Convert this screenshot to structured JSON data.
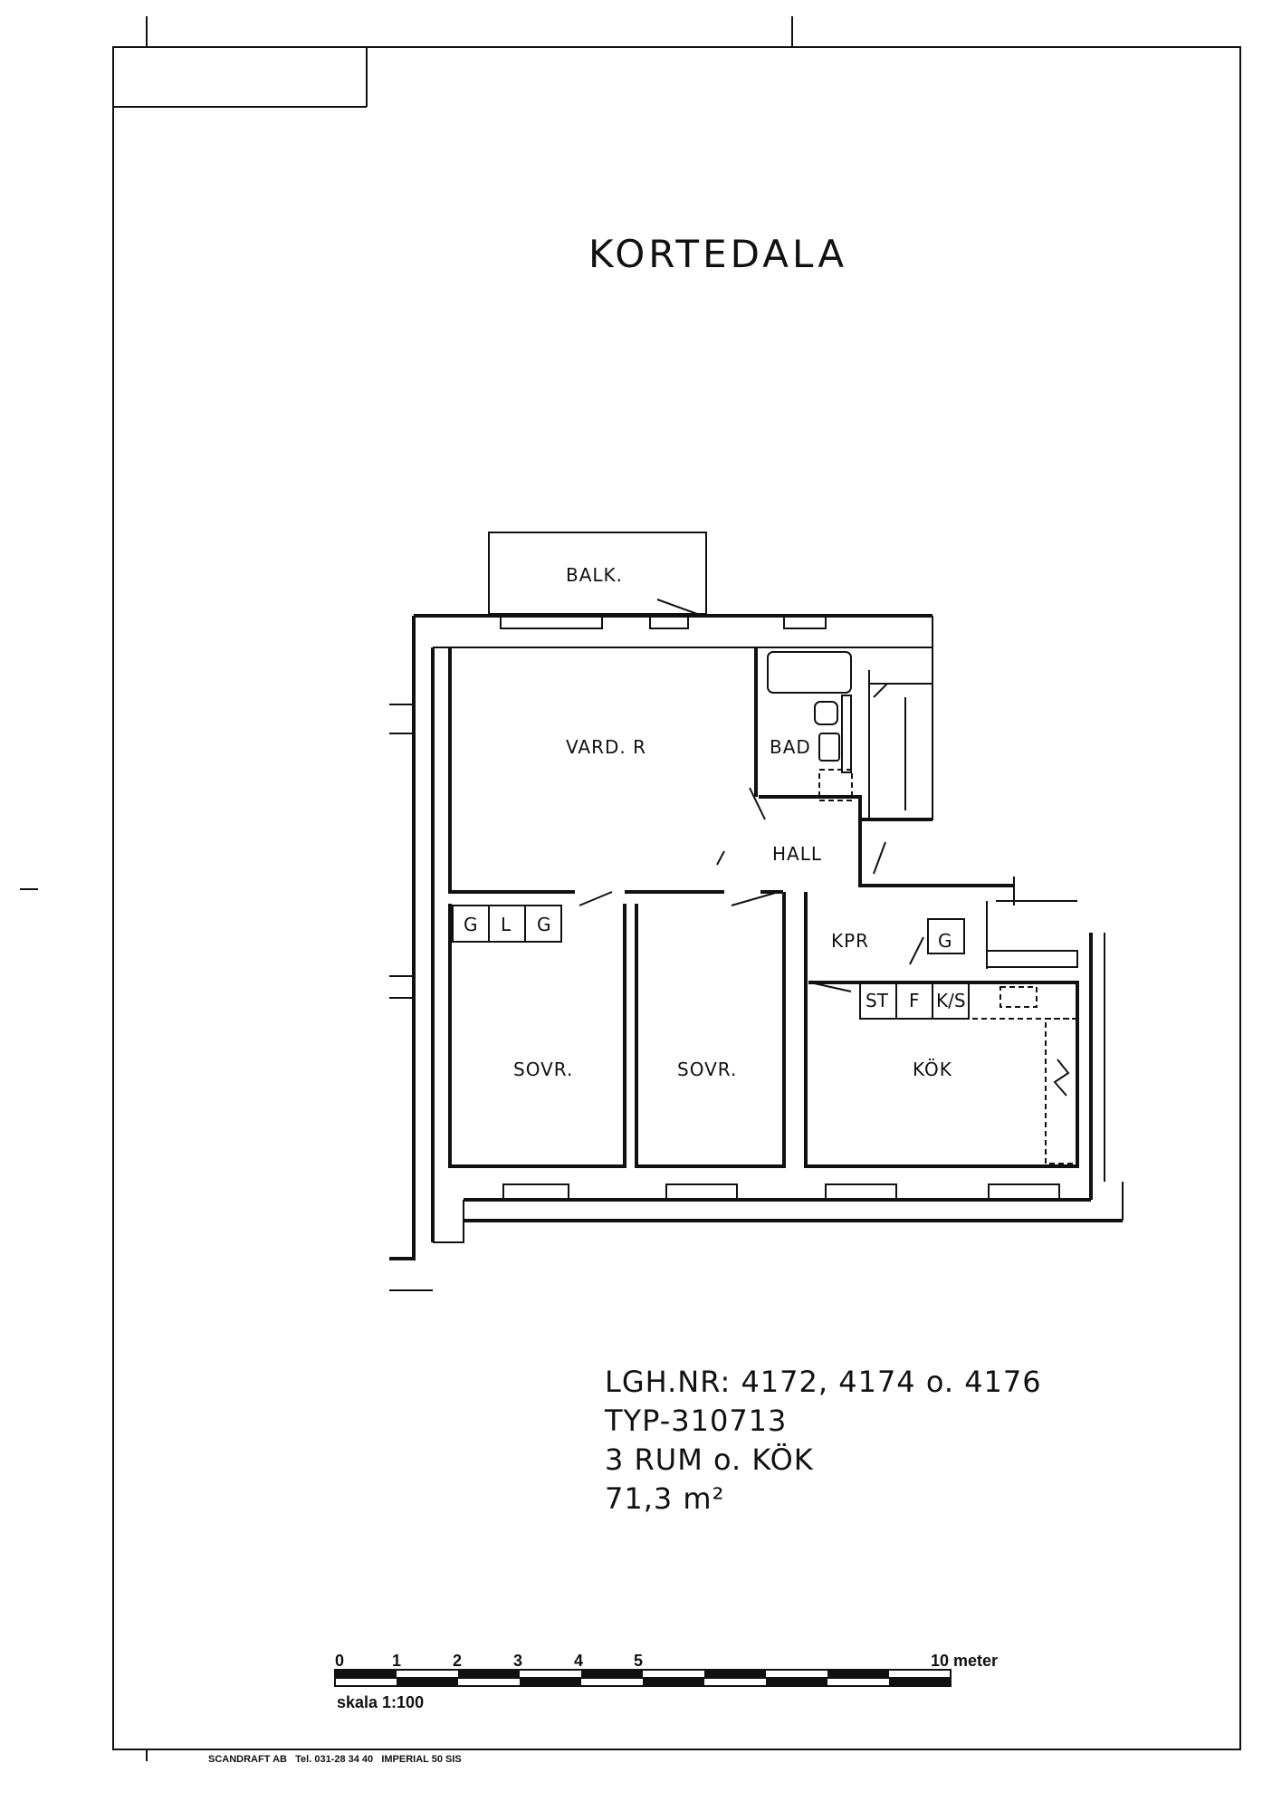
{
  "title": "KORTEDALA",
  "rooms": {
    "balcony": "BALK.",
    "living": "VARD. R",
    "bath": "BAD",
    "hall": "HALL",
    "pantry": "KPR",
    "bed1": "SOVR.",
    "bed2": "SOVR.",
    "kitchen": "KÖK"
  },
  "fixtures": {
    "wardrobes": [
      "G",
      "L",
      "G"
    ],
    "pantry_cabinet": "G",
    "stove": "ST",
    "fridge": "F",
    "freezer": "K/S"
  },
  "info": {
    "apartment_numbers": "LGH.NR: 4172, 4174 o. 4176",
    "type": "TYP-310713",
    "rooms": "3 RUM o. KÖK",
    "area": "71,3 m²"
  },
  "scale_bar": {
    "ticks": [
      "0",
      "1",
      "2",
      "3",
      "4",
      "5"
    ],
    "end_label": "10 meter",
    "caption": "skala 1:100"
  },
  "footer": "SCANDRAFT AB   Tel. 031-28 34 40   IMPERIAL 50 SIS"
}
